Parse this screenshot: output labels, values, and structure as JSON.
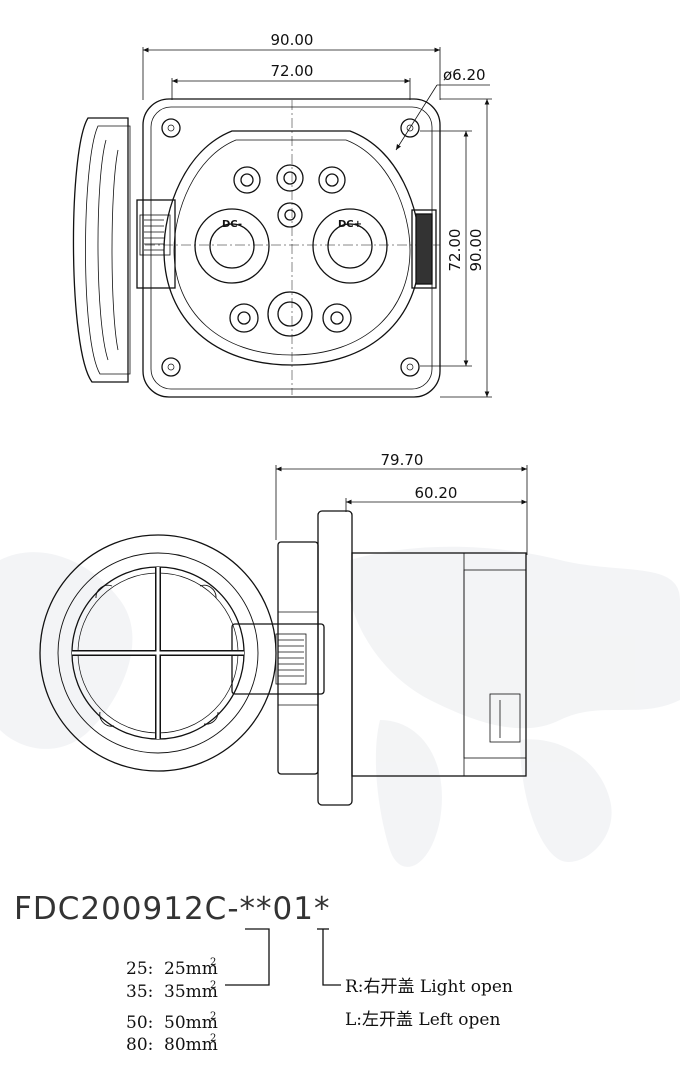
{
  "front_view": {
    "dim_width_outer": "90.00",
    "dim_width_inner": "72.00",
    "dim_hole": "ø6.20",
    "dim_height_inner": "72.00",
    "dim_height_outer": "90.00",
    "pin_dc_minus": "DC-",
    "pin_dc_plus": "DC+"
  },
  "side_view": {
    "dim_depth_total": "79.70",
    "dim_depth_body": "60.20"
  },
  "model": {
    "code": "FDC200912C-**01*"
  },
  "cable_options": [
    {
      "code": "25:",
      "value": "25mm",
      "sup": "2"
    },
    {
      "code": "35:",
      "value": "35mm",
      "sup": "2"
    },
    {
      "code": "50:",
      "value": "50mm",
      "sup": "2"
    },
    {
      "code": "80:",
      "value": "80mm",
      "sup": "2"
    }
  ],
  "cover_options": [
    {
      "text": "R:右开盖 Light open"
    },
    {
      "text": "L:左开盖 Left open"
    }
  ]
}
